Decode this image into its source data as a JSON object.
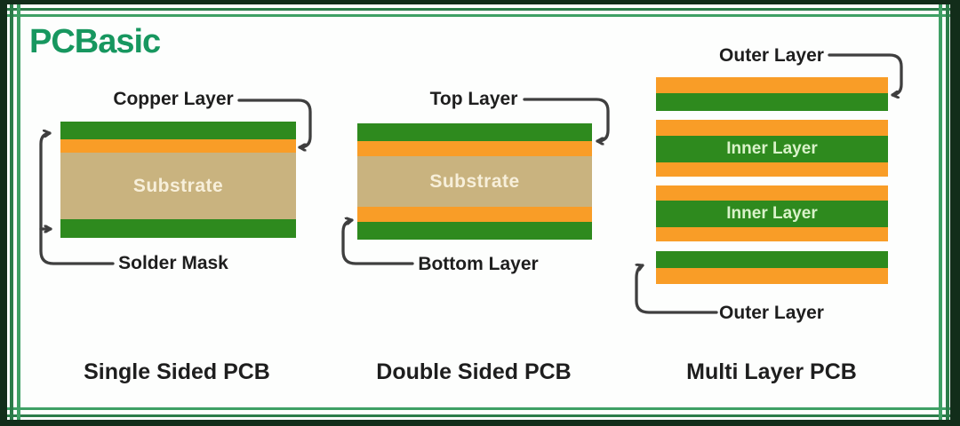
{
  "logo": {
    "text": "PCBasic"
  },
  "colors": {
    "frame_dark": "#122d1a",
    "frame_line_dark": "#2b7c49",
    "frame_line_light": "#3fa065",
    "pcb_green": "#2e8a1e",
    "copper_orange": "#f99d27",
    "substrate_tan": "#c9b37f",
    "substrate_text": "#f7efda",
    "inner_text": "#d9f2c9",
    "arrow_gray": "#3f3f3f",
    "text_dark": "#1e1e1e",
    "logo_green": "#17975f"
  },
  "diagrams": [
    {
      "caption": "Single Sided PCB",
      "top_label": "Copper Layer",
      "bottom_label": "Solder Mask",
      "substrate_label": "Substrate",
      "stack": [
        "solder-mask green",
        "copper orange",
        "substrate tan",
        "solder-mask green"
      ]
    },
    {
      "caption": "Double Sided PCB",
      "top_label": "Top Layer",
      "bottom_label": "Bottom Layer",
      "substrate_label": "Substrate",
      "stack": [
        "solder-mask green",
        "copper orange",
        "substrate tan",
        "copper orange",
        "solder-mask green"
      ]
    },
    {
      "caption": "Multi Layer PCB",
      "top_label": "Outer Layer",
      "bottom_label": "Outer Layer",
      "inner_labels": [
        "Inner Layer",
        "Inner Layer"
      ],
      "stack_groups": [
        [
          "copper orange",
          "outer green"
        ],
        [
          "copper orange",
          "inner green",
          "copper orange"
        ],
        [
          "copper orange",
          "inner green",
          "copper orange"
        ],
        [
          "outer green",
          "copper orange"
        ]
      ]
    }
  ]
}
